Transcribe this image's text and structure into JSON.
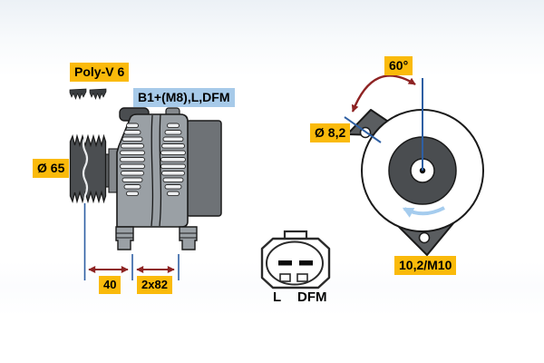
{
  "figure": {
    "type": "technical-dimensional-diagram",
    "subject": "alternator with pulley, plug connector detail and rear mounting view",
    "labels": {
      "belt_type": "Poly-V 6",
      "terminals": "B1+(M8),L,DFM",
      "pulley_diameter": "Ø 65",
      "dim_pulley_offset": "40",
      "dim_mounting_span": "2x82",
      "swing_angle": "60°",
      "lug_hole_diameter": "Ø 8,2",
      "mount_hole": "10,2/M10",
      "connector_pin_left": "L",
      "connector_pin_right": "DFM"
    },
    "colors": {
      "highlight_yellow": "#FABA0B",
      "highlight_blue": "#A7CAE9",
      "dimension_line_blue": "#2E5FA3",
      "dimension_arrow_red": "#8E2323",
      "rotation_arrow_blue": "#A5CCEE",
      "housing_gray": "#9AA0A5",
      "rear_housing_gray": "#6E7276",
      "pulley_gray": "#4B4E51"
    }
  }
}
